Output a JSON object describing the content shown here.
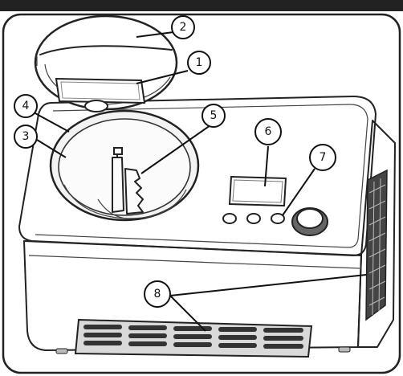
{
  "callouts": [
    {
      "id": "1",
      "label": "1"
    },
    {
      "id": "2",
      "label": "2"
    },
    {
      "id": "3",
      "label": "3"
    },
    {
      "id": "4",
      "label": "4"
    },
    {
      "id": "5",
      "label": "5"
    },
    {
      "id": "6",
      "label": "6"
    },
    {
      "id": "7",
      "label": "7"
    },
    {
      "id": "8",
      "label": "8"
    }
  ],
  "colors": {
    "frame_bar": "#222222",
    "line": "#222222",
    "body_fill": "#f2f2f2",
    "top_fill": "#fafafa",
    "vent_fill": "#333333",
    "callout_fill": "#ffffff"
  }
}
